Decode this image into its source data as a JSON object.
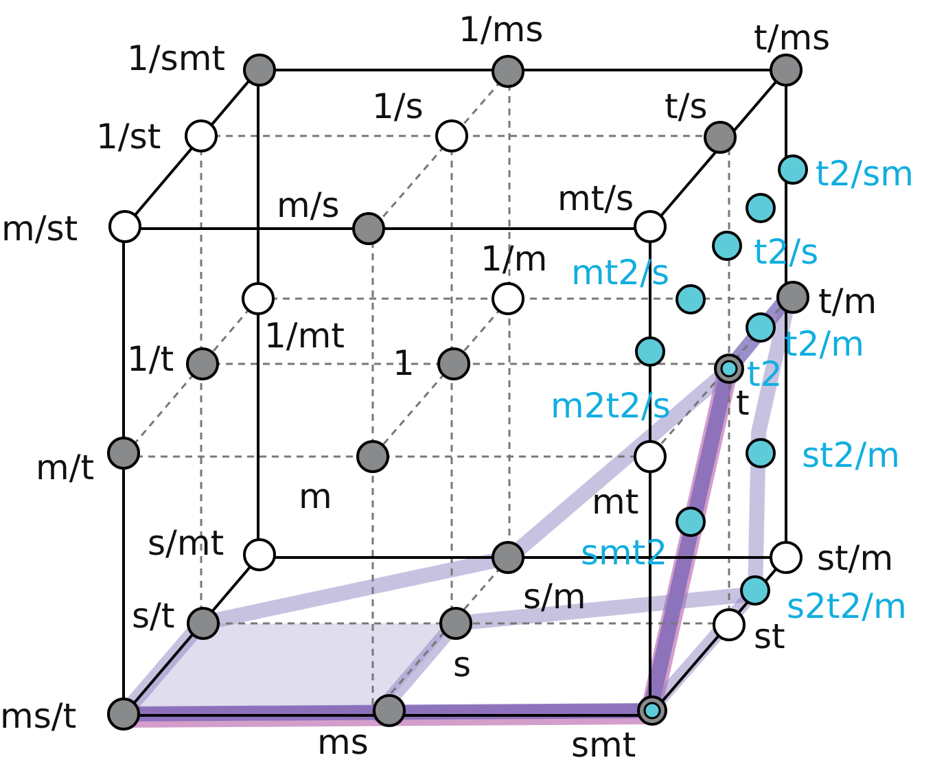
{
  "labels": {
    "n_1_smt": "1/smt",
    "n_1_ms": "1/ms",
    "n_t_ms": "t/ms",
    "n_1_st": "1/st",
    "n_1_s": "1/s",
    "n_t_s": "t/s",
    "n_m_st": "m/st",
    "n_m_s": "m/s",
    "n_mt_s": "mt/s",
    "n_1_m": "1/m",
    "n_1_mt": "1/mt",
    "n_t_m": "t/m",
    "n_1_t": "1/t",
    "n_1": "1",
    "n_t": "t",
    "n_m_t": "m/t",
    "n_m": "m",
    "n_mt": "mt",
    "n_s_mt": "s/mt",
    "n_s_m": "s/m",
    "n_st_m": "st/m",
    "n_s_t": "s/t",
    "n_s": "s",
    "n_st": "st",
    "n_ms_t": "ms/t",
    "n_ms": "ms",
    "n_smt": "smt"
  },
  "cyan_labels": {
    "c_t2_sm": "t2/sm",
    "c_t2_s": "t2/s",
    "c_mt2_s": "mt2/s",
    "c_t2_m": "t2/m",
    "c_t2": "t2",
    "c_m2t2_s": "m2t2/s",
    "c_st2_m": "st2/m",
    "c_smt2": "smt2",
    "c_s2t2_m": "s2t2/m"
  },
  "colors": {
    "gray_node": "#888a8c",
    "white_node": "#ffffff",
    "cyan_node": "#5ecbd9",
    "cyan_text": "#12aee0",
    "purple_band": "#8578bd",
    "pink_band": "#c886bd"
  }
}
